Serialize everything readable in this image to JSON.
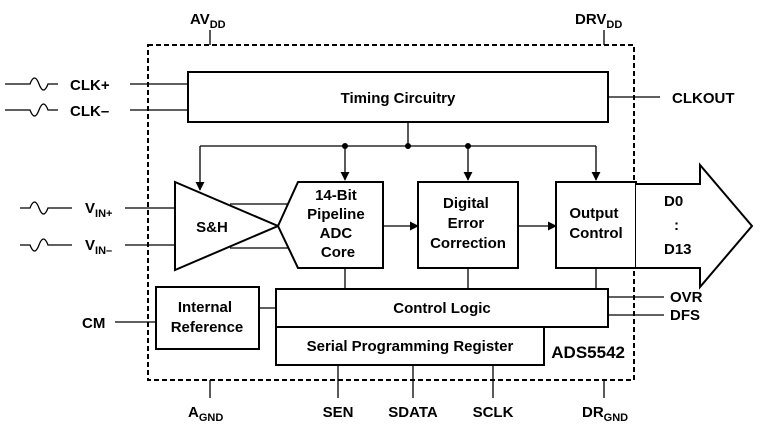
{
  "pins": {
    "avdd": {
      "main": "AV",
      "sub": "DD"
    },
    "drvdd": {
      "main": "DRV",
      "sub": "DD"
    },
    "clk_pos": "CLK+",
    "clk_neg": "CLK–",
    "clkout": "CLKOUT",
    "vin_pos": {
      "main": "V",
      "sub": "IN+"
    },
    "vin_neg": {
      "main": "V",
      "sub": "IN–"
    },
    "cm": "CM",
    "ovr": "OVR",
    "dfs": "DFS",
    "agnd": {
      "main": "A",
      "sub": "GND"
    },
    "sen": "SEN",
    "sdata": "SDATA",
    "sclk": "SCLK",
    "drgnd": {
      "main": "DR",
      "sub": "GND"
    }
  },
  "blocks": {
    "timing": "Timing Circuitry",
    "sh": "S&H",
    "adc": [
      "14-Bit",
      "Pipeline",
      "ADC",
      "Core"
    ],
    "dec": [
      "Digital",
      "Error",
      "Correction"
    ],
    "outctl": [
      "Output",
      "Control"
    ],
    "intref": [
      "Internal",
      "Reference"
    ],
    "ctrl": "Control Logic",
    "spr": "Serial Programming Register"
  },
  "outputs": {
    "d0": "D0",
    "dots": ":",
    "d13": "D13"
  },
  "part_number": "ADS5542"
}
